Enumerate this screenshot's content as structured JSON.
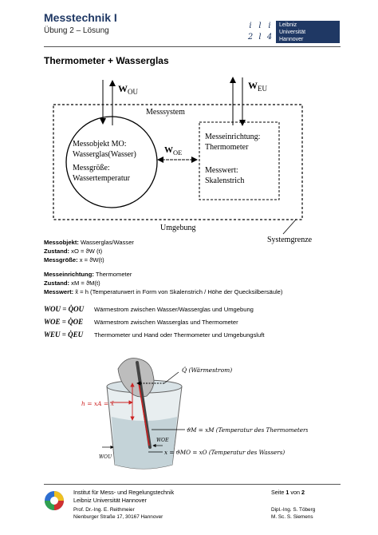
{
  "header": {
    "title": "Messtechnik I",
    "subtitle": "Übung 2 – Lösung",
    "logo": {
      "glyphs": [
        "i",
        "l",
        "i",
        "2",
        "l",
        "4"
      ],
      "lines": [
        "Leibniz",
        "Universität",
        "Hannover"
      ]
    }
  },
  "section_title": "Thermometer + Wasserglas",
  "diagram": {
    "w_ou_label": "W",
    "w_ou_sub": "OU",
    "w_eu_label": "W",
    "w_eu_sub": "EU",
    "w_oe_label": "W",
    "w_oe_sub": "OE",
    "messsystem": "Messsystem",
    "mo_line1": "Messobjekt MO:",
    "mo_line2": "Wasserglas(Wasser)",
    "mo_line3": "Messgröße:",
    "mo_line4": "Wassertemperatur",
    "me_line1": "Messeinrichtung:",
    "me_line2": "Thermometer",
    "me_line3": "Messwert:",
    "me_line4": "Skalenstrich",
    "umgebung": "Umgebung",
    "systemgrenze": "Systemgrenze"
  },
  "info": {
    "messobjekt_label": "Messobjekt:",
    "messobjekt_value": " Wasserglas/Wasser",
    "zustand1_label": "Zustand:",
    "zustand1_value": " xO = ϑW (t)",
    "messgroesse_label": "Messgröße:",
    "messgroesse_value": " x = ϑW(t)",
    "messeinrichtung_label": "Messeinrichtung:",
    "messeinrichtung_value": " Thermometer",
    "zustand2_label": "Zustand:",
    "zustand2_value": " xM = ϑM(t)",
    "messwert_label": "Messwert:",
    "messwert_value": " x̃ = h (Temperaturwert in Form von Skalenstrich / Höhe der Quecksilbersäule)"
  },
  "w_rows": [
    {
      "symbol": "WOU = Q̇OU",
      "desc": "Wärmestrom zwischen Wasser/Wasserglas und Umgebung"
    },
    {
      "symbol": "WOE = Q̇OE",
      "desc": "Wärmestrom zwischen Wasserglas und Thermometer"
    },
    {
      "symbol": "WEU = Q̇EU",
      "desc": "Thermometer und Hand oder Thermometer und Umgebungsluft"
    }
  ],
  "photo": {
    "q_label": "Q̇ (Wärmestrom)",
    "h_label": "h = xA = x̃",
    "theta_m_label": "ϑM = xM (Temperatur des Thermometers)",
    "w_oe_label": "WOE",
    "w_ou_label": "WOU",
    "x_label": "x = ϑMO = xO (Temperatur des Wassers)"
  },
  "footer": {
    "inst_line1": "Institut für Mess- und Regelungstechnik",
    "inst_line2": "Leibniz Universität Hannover",
    "prof": "Prof. Dr.-Ing. E. Reithmeier",
    "address": "Nienburger Straße 17, 30167 Hannover",
    "page_prefix": "Seite ",
    "page_current": "1",
    "page_middle": " von ",
    "page_total": "2",
    "staff1": "Dipl.-Ing.  S. Töberg",
    "staff2": "M. Sc.      S. Siemens"
  },
  "colors": {
    "header_blue": "#1f3864",
    "arrow_red": "#cc2222"
  }
}
